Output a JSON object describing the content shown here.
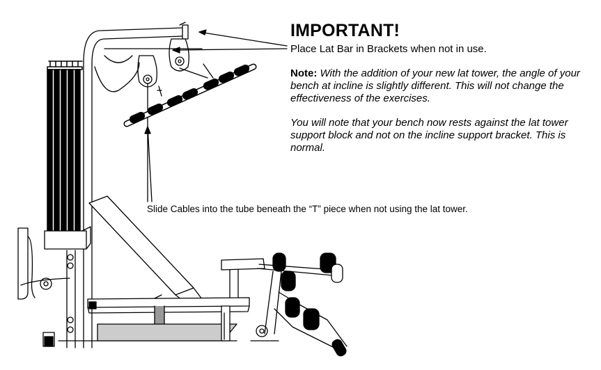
{
  "heading": "IMPORTANT!",
  "instruction": "Place Lat Bar in Brackets when not in use.",
  "note": {
    "label": "Note:",
    "text": "With the addition of your new lat tower, the angle of your bench at incline is slightly different. This will not change the effectiveness of the exercises."
  },
  "note2": "You will note that your bench now rests against the lat tower support block and not on the incline support bracket. This is normal.",
  "cable_callout": "Slide Cables into the tube beneath the “T” piece when not using the lat tower.",
  "illustration": {
    "subject": "home-gym-bench-with-lat-tower-line-drawing",
    "stroke": "#000000",
    "fill": "#ffffff",
    "shade": "#cccccc"
  }
}
